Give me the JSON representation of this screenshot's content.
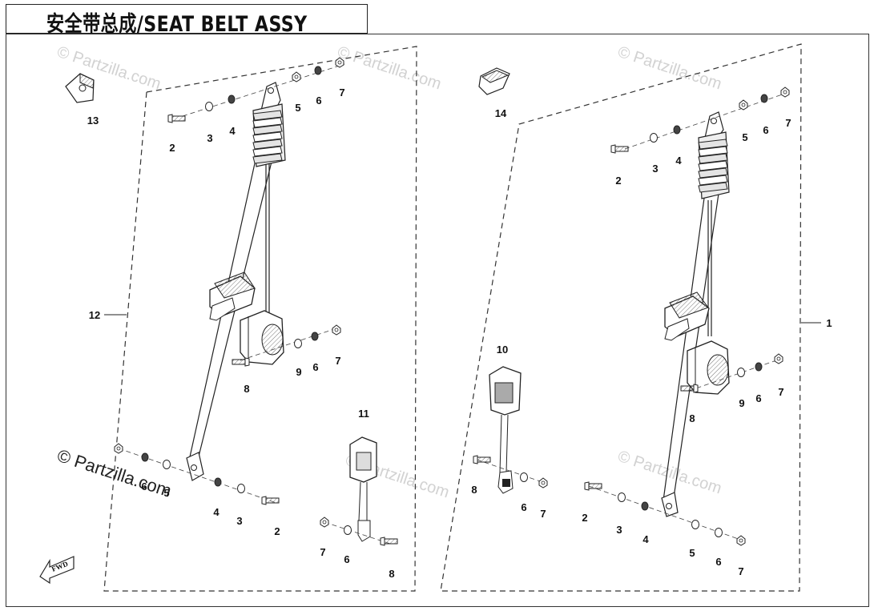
{
  "title": "安全带总成/SEAT BELT ASSY",
  "watermark": "© Partzilla.com",
  "fwd_label": "FWD",
  "left_assembly": {
    "callout_main": "12",
    "callout_bracket": "13",
    "upper_anchor": [
      "2",
      "3",
      "4",
      "5",
      "6",
      "7"
    ],
    "retractor": [
      "9",
      "6",
      "7",
      "8"
    ],
    "lower_anchor": [
      "6",
      "5",
      "4",
      "3",
      "2"
    ],
    "buckle": "11",
    "buckle_hardware": [
      "7",
      "6",
      "8"
    ]
  },
  "right_assembly": {
    "callout_main": "1",
    "callout_bracket": "14",
    "upper_anchor": [
      "2",
      "3",
      "4",
      "5",
      "6",
      "7"
    ],
    "retractor": [
      "9",
      "6",
      "7",
      "8"
    ],
    "lower_anchor": [
      "2",
      "3",
      "4",
      "5",
      "6",
      "7"
    ],
    "buckle": "10",
    "buckle_hardware": [
      "8",
      "6",
      "7"
    ]
  },
  "colors": {
    "line": "#222222",
    "watermark": "#d2d2d2",
    "fill": "#ffffff",
    "shade": "#bdbdbd"
  }
}
